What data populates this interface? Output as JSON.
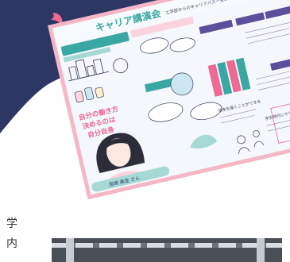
{
  "colors": {
    "navy_bg": "#2c3763",
    "board_bg": "#f4f7fb",
    "pink_border": "#f3b7c6",
    "teal": "#3aa7a2",
    "purple_header": "#5c4f9c",
    "accent_pink": "#ec6a93"
  },
  "poster": {
    "title": "キャリア講演会",
    "subtitle": "工学部からのキャリアパスー生の働き方をするってなんて？",
    "left_heading": "自分の働き方決めるのは自分自身",
    "note_left": "将来を描くことができる",
    "note_right": "学生時代にやりたいことを",
    "speaker_caption": "宮崎 美佳 さん"
  },
  "side_text": [
    "学",
    "内"
  ]
}
